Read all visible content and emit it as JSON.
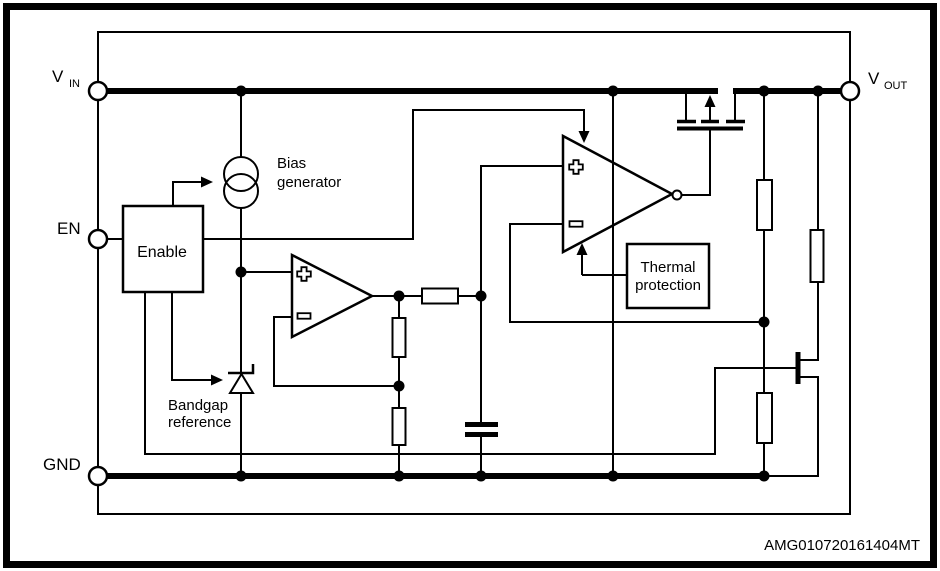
{
  "pins": {
    "vin": {
      "main": "V",
      "sub": "IN"
    },
    "en": {
      "label": "EN"
    },
    "gnd": {
      "label": "GND"
    },
    "vout": {
      "main": "V",
      "sub": "OUT"
    }
  },
  "blocks": {
    "enable": {
      "label": "Enable"
    },
    "bias_generator": {
      "line1": "Bias",
      "line2": "generator"
    },
    "bandgap_reference": {
      "line1": "Bandgap",
      "line2": "reference"
    },
    "thermal_protection": {
      "line1": "Thermal",
      "line2": "protection"
    }
  },
  "annotation": {
    "figure_code": "AMG010720161404MT"
  },
  "colors": {
    "line": "#000000",
    "background": "#ffffff"
  }
}
